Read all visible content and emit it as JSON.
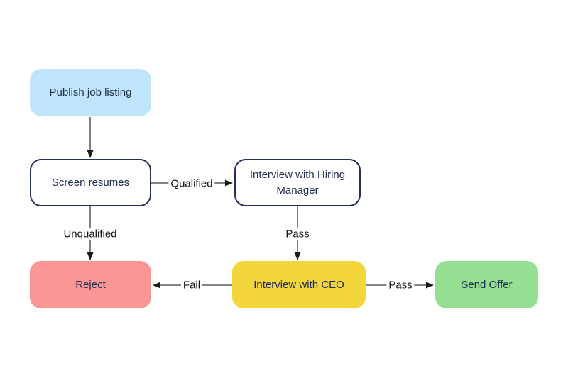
{
  "diagram": {
    "type": "flowchart",
    "background": "#ffffff",
    "nodes": [
      {
        "id": "publish",
        "label": "Publish job listing",
        "fill": "#bee5fa",
        "border": "none",
        "text_color": "#1f2a51"
      },
      {
        "id": "screen",
        "label": "Screen resumes",
        "fill": "#ffffff",
        "border": "#22305a",
        "text_color": "#1f2a51"
      },
      {
        "id": "hm",
        "label": "Interview with Hiring Manager",
        "fill": "#ffffff",
        "border": "#22305a",
        "text_color": "#1f2a51"
      },
      {
        "id": "reject",
        "label": "Reject",
        "fill": "#fb9694",
        "border": "none",
        "text_color": "#1f2a51"
      },
      {
        "id": "ceo",
        "label": "Interview with CEO",
        "fill": "#f3d53c",
        "border": "none",
        "text_color": "#1f2a51"
      },
      {
        "id": "offer",
        "label": "Send Offer",
        "fill": "#95df92",
        "border": "none",
        "text_color": "#1f2a51"
      }
    ],
    "edges": [
      {
        "from": "publish",
        "to": "screen",
        "label": "",
        "direction": "down"
      },
      {
        "from": "screen",
        "to": "hm",
        "label": "Qualified",
        "direction": "right"
      },
      {
        "from": "screen",
        "to": "reject",
        "label": "Unqualified",
        "direction": "down"
      },
      {
        "from": "hm",
        "to": "ceo",
        "label": "Pass",
        "direction": "down"
      },
      {
        "from": "ceo",
        "to": "reject",
        "label": "Fail",
        "direction": "left"
      },
      {
        "from": "ceo",
        "to": "offer",
        "label": "Pass",
        "direction": "right"
      }
    ],
    "edge_color": "#3a3a3a"
  }
}
